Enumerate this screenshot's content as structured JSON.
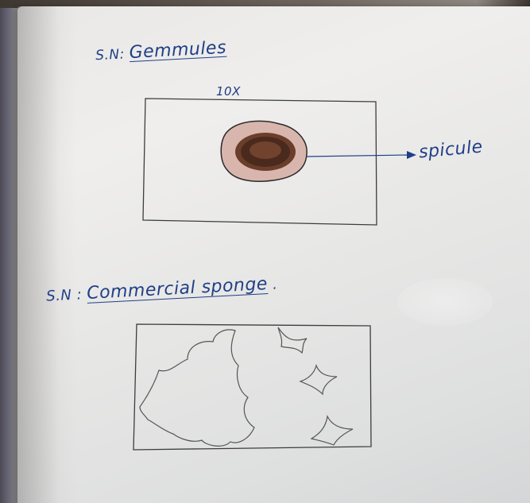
{
  "page": {
    "specimen_1": {
      "prefix": "S.N:",
      "name": "Gemmules",
      "magnification": "10X",
      "pointer_label": "spicule"
    },
    "specimen_2": {
      "prefix": "S.N :",
      "name": "Commercial sponge",
      "trailing": "."
    }
  },
  "colors": {
    "ink_blue": "#1f3f86",
    "pencil": "#4a4a4a",
    "gemmule_outer": "#d8b0a6",
    "gemmule_inner": "#5a3424"
  },
  "icons": {
    "gemmule": "gemmule-drawing",
    "sponge": "sponge-drawing",
    "arrow": "arrow-pointer"
  }
}
